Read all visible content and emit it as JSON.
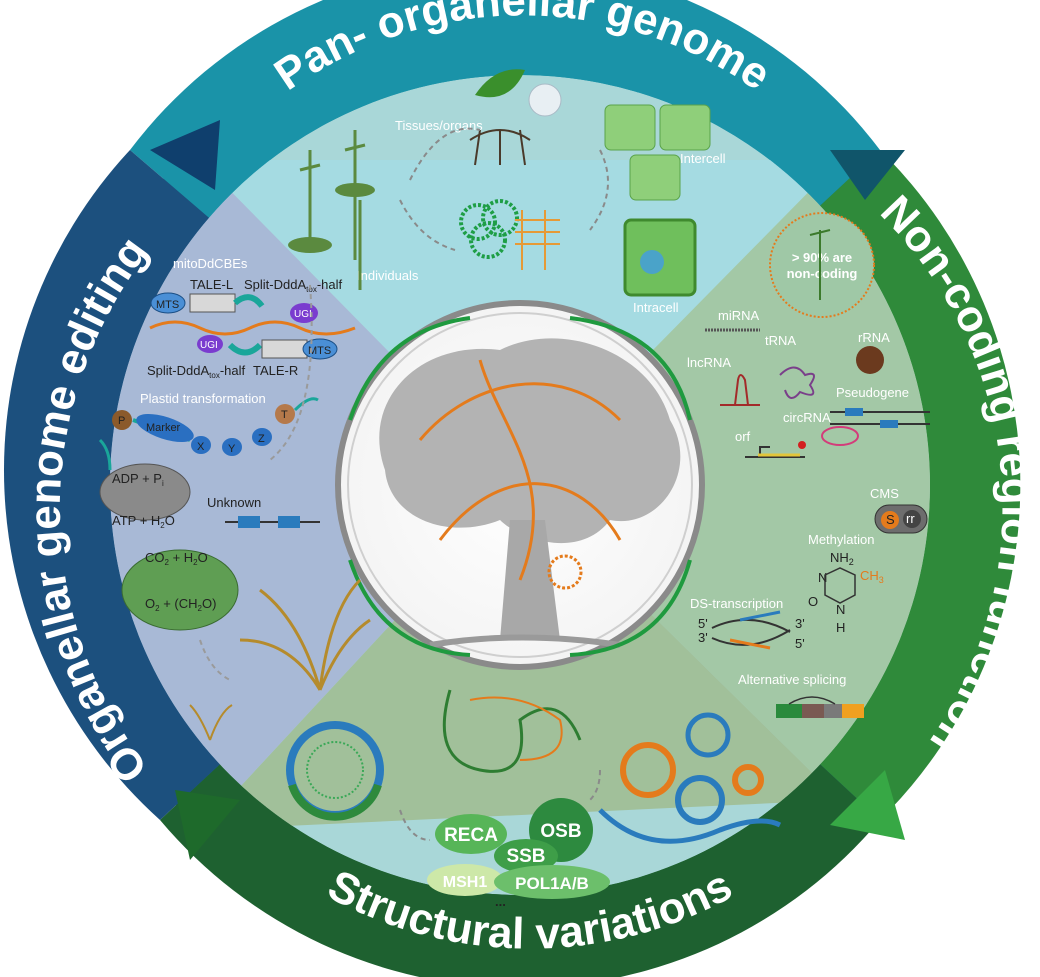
{
  "ring": {
    "top": "Pan- organellar genome",
    "right": "Non-coding region function",
    "bottom": "Structural variations",
    "left": "Organellar genome editing"
  },
  "top_panel": {
    "tissues": "Tissues/organs",
    "intercell": "Intercell",
    "individuals": "Individuals",
    "intracell": "Intracell"
  },
  "right_panel": {
    "noncoding_line1": "> 90% are",
    "noncoding_line2": "non-coding",
    "mirna": "miRNA",
    "trna": "tRNA",
    "rrna": "rRNA",
    "lncrna": "lncRNA",
    "pseudogene": "Pseudogene",
    "circrna": "circRNA",
    "orf": "orf",
    "cms": "CMS",
    "cms_s": "S",
    "cms_n": "rr",
    "methylation": "Methylation",
    "nh2": "NH",
    "nh2_sub": "2",
    "ch3": "CH",
    "ch3_sub": "3",
    "n1": "N",
    "n2": "N",
    "h": "H",
    "o": "O",
    "ds": "DS-transcription",
    "five1": "5'",
    "three1": "3'",
    "three2": "3'",
    "five2": "5'",
    "splicing": "Alternative splicing"
  },
  "bottom_panel": {
    "reca": "RECA",
    "osb": "OSB",
    "ssb": "SSB",
    "msh1": "MSH1",
    "pol": "POL1A/B",
    "ellipsis": "..."
  },
  "left_panel": {
    "mito": "mitoDdCBEs",
    "tale_l": "TALE-L",
    "split_top": "Split-DddA",
    "split_top_sub": "tox",
    "split_top_tail": "-half",
    "mts": "MTS",
    "ugi": "UGI",
    "split_bot": "Split-DddA",
    "split_bot_sub": "tox",
    "split_bot_tail": "-half",
    "tale_r": "TALE-R",
    "plastid": "Plastid transformation",
    "p": "P",
    "marker": "Marker",
    "x": "X",
    "y": "Y",
    "z": "Z",
    "t": "T",
    "adp": "ADP + P",
    "adp_sub": "i",
    "atp": "ATP + H",
    "atp_sub": "2",
    "atp_tail": "O",
    "unknown": "Unknown",
    "co2": "CO",
    "co2_sub": "2",
    "co2_mid": " + H",
    "co2_sub2": "2",
    "co2_tail": "O",
    "o2": "O",
    "o2_sub": "2",
    "o2_mid": " + (CH",
    "o2_sub2": "2",
    "o2_tail": "O)"
  },
  "colors": {
    "ring_top": "#1f8fa3",
    "ring_right": "#2e7d32",
    "ring_bottom": "#1b5e20",
    "ring_left": "#1c4f7c",
    "panel_top": "#a9dbe0",
    "panel_right": "#9ec5a4",
    "panel_bottom": "#9fbf96",
    "panel_left": "#a7bad6",
    "orange": "#e47b1c",
    "green": "#2e9a48"
  }
}
